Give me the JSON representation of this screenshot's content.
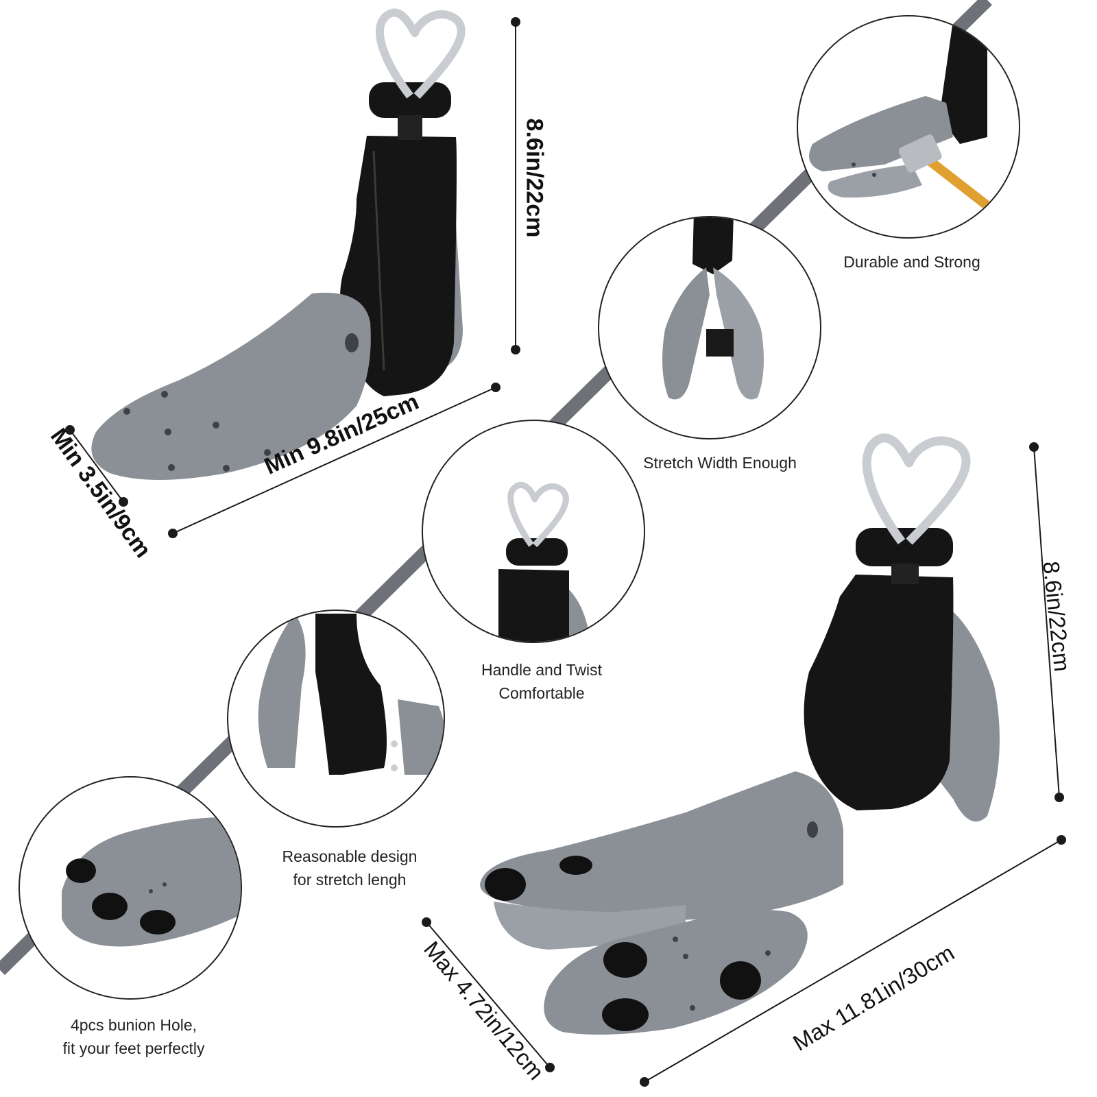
{
  "colors": {
    "band": "#6e7278",
    "plastic_gray": "#8b9097",
    "plastic_gray_dark": "#6a6f75",
    "plastic_black": "#151515",
    "chrome": "#c9ccd0",
    "dim_line": "#1a1a1a"
  },
  "features": [
    {
      "text": "Durable and Strong"
    },
    {
      "text": "Stretch Width Enough"
    },
    {
      "text": "Handle and Twist\nComfortable"
    },
    {
      "text": "Reasonable design\nfor stretch lengh"
    },
    {
      "text": "4pcs bunion Hole,\nfit your feet perfectly"
    }
  ],
  "dimensions": {
    "top_height": "8.6in/22cm",
    "min_length": "Min 9.8in/25cm",
    "min_width": "Min 3.5in/9cm",
    "bottom_height": "8.6in/22cm",
    "max_length": "Max 11.81in/30cm",
    "max_width": "Max 4.72in/12cm"
  },
  "icons": {
    "product": "shoe-stretcher-icon",
    "handle": "heart-handle-icon",
    "bunion_plug": "bunion-plug-icon",
    "tool": "hammer-icon"
  }
}
